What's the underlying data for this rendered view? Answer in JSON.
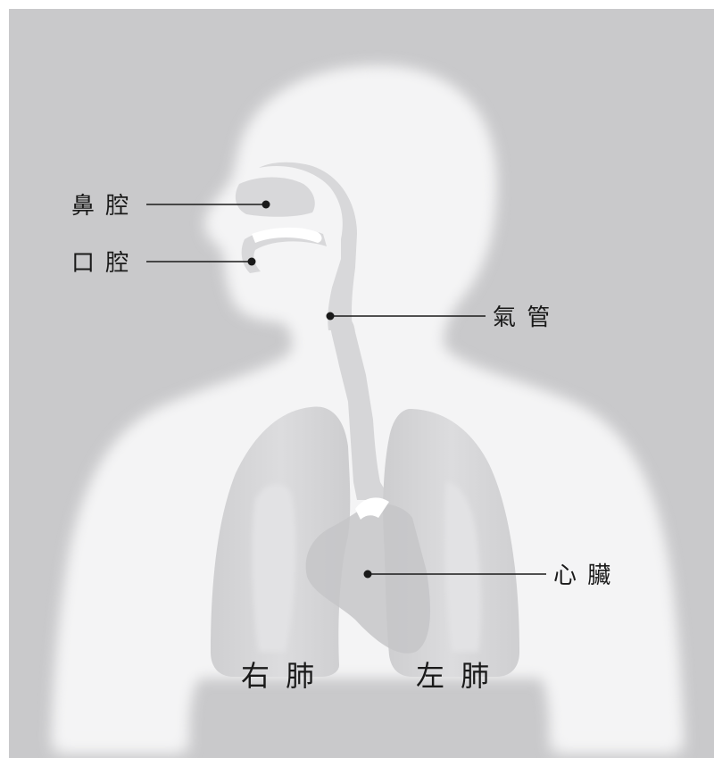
{
  "diagram": {
    "labels": {
      "nasal_cavity": "鼻 腔",
      "oral_cavity": "口 腔",
      "trachea": "氣 管",
      "heart": "心 臟",
      "right_lung": "右 肺",
      "left_lung": "左 肺"
    },
    "colors": {
      "background": "#c9c9cb",
      "body": "#ffffff",
      "organ": "#d6d6d8",
      "organ_shadow": "#c2c2c4",
      "leader_line": "#1a1a1a",
      "text": "#1a1a1a"
    }
  }
}
